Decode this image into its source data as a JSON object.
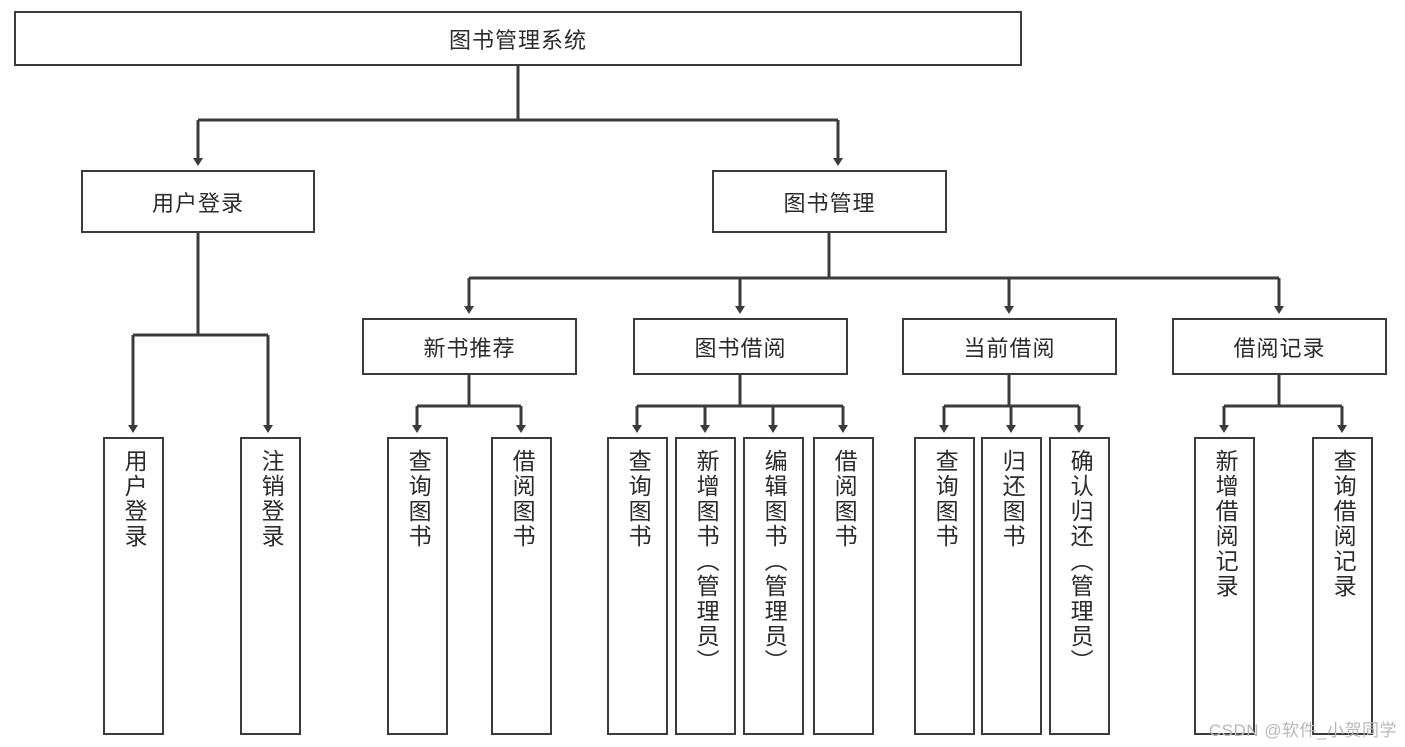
{
  "diagram": {
    "title_text": "图书管理系统",
    "style": {
      "box_border_color": "#3b3b3b",
      "box_fill_color": "#ffffff",
      "edge_color": "#3b3b3b",
      "text_color": "#2b2b2b",
      "background": "#ffffff"
    },
    "root": {
      "label": "图书管理系统"
    },
    "level2": [
      {
        "label": "用户登录"
      },
      {
        "label": "图书管理"
      }
    ],
    "level3": [
      {
        "label": "新书推荐"
      },
      {
        "label": "图书借阅"
      },
      {
        "label": "当前借阅"
      },
      {
        "label": "借阅记录"
      }
    ],
    "leaves": {
      "user_login": [
        {
          "label": "用户登录"
        },
        {
          "label": "注销登录"
        }
      ],
      "new_book_recommend": [
        {
          "label": "查询图书"
        },
        {
          "label": "借阅图书"
        }
      ],
      "book_borrow": [
        {
          "label": "查询图书"
        },
        {
          "label": "新增图书（管理员）"
        },
        {
          "label": "编辑图书（管理员）"
        },
        {
          "label": "借阅图书"
        }
      ],
      "current_borrow": [
        {
          "label": "查询图书"
        },
        {
          "label": "归还图书"
        },
        {
          "label": "确认归还（管理员）"
        }
      ],
      "borrow_record": [
        {
          "label": "新增借阅记录"
        },
        {
          "label": "查询借阅记录"
        }
      ]
    },
    "watermark": "CSDN @软件_小贺同学"
  }
}
